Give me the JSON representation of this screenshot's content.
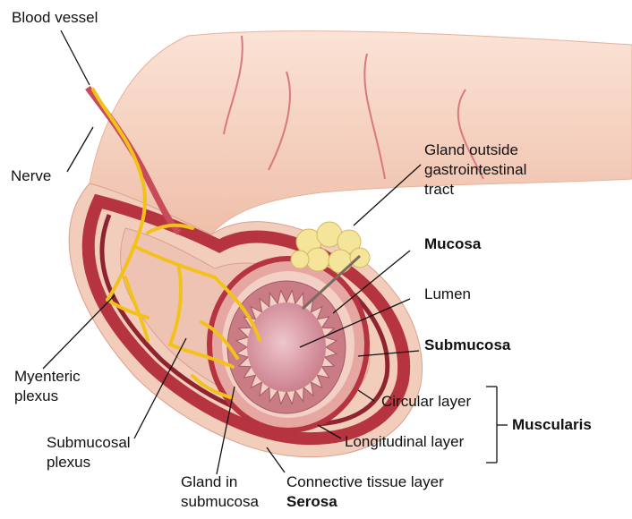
{
  "labels": {
    "blood_vessel": "Blood vessel",
    "nerve": "Nerve",
    "gland_outside": [
      "Gland outside",
      "gastrointestinal",
      "tract"
    ],
    "mucosa": "Mucosa",
    "lumen": "Lumen",
    "submucosa": "Submucosa",
    "circular_layer": "Circular layer",
    "longitudinal_layer": "Longitudinal layer",
    "muscularis": "Muscularis",
    "myenteric_plexus": [
      "Myenteric",
      "plexus"
    ],
    "submucosal_plexus": [
      "Submucosal",
      "plexus"
    ],
    "gland_in_submucosa": [
      "Gland in",
      "submucosa"
    ],
    "connective_tissue_layer": "Connective tissue layer",
    "serosa": "Serosa"
  },
  "colors": {
    "outer_tissue": "#f1c2b0",
    "outer_tissue_light": "#f8dccf",
    "vessel": "#c94a5a",
    "muscle": "#b5343f",
    "muscle_dark": "#8e2430",
    "submucosa": "#eec3b4",
    "mucosa": "#c97b86",
    "lumen": "#d99aa6",
    "nerve": "#f2c21b",
    "gland_outside": "#f5e59a",
    "leader_line": "#111111"
  }
}
